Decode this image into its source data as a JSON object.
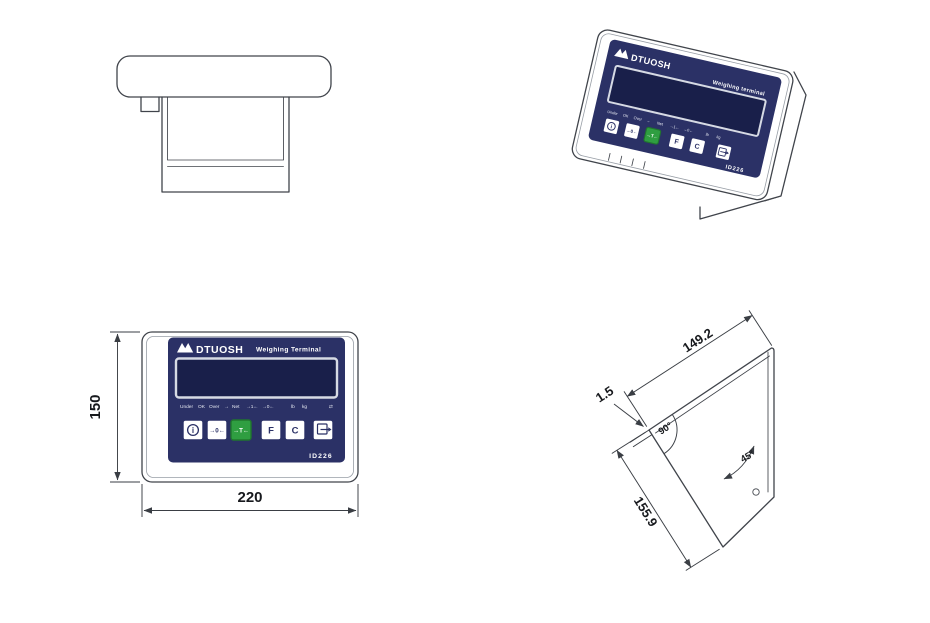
{
  "drawing": {
    "brand": "DTUOSH",
    "tagline_front": "Weighing Terminal",
    "tagline_perspective": "Weighing terminal",
    "model": "ID226"
  },
  "panel": {
    "indicators": [
      "Under",
      "OK",
      "Over",
      "→",
      "Net",
      "→1←",
      "→0←",
      "lb",
      "kg",
      "⇄"
    ],
    "buttons": [
      {
        "id": "info",
        "label": "i",
        "icon": "info-circle-icon"
      },
      {
        "id": "zero",
        "label": "→0←"
      },
      {
        "id": "tare",
        "label": "→T←"
      },
      {
        "id": "function",
        "label": "F"
      },
      {
        "id": "clear",
        "label": "C"
      },
      {
        "id": "print",
        "label": "",
        "icon": "printer-icon"
      }
    ],
    "colors": {
      "panel_navy": "#2b3166",
      "display_navy": "#191f4a",
      "display_frame": "#d6dae4",
      "tare_green": "#2f9e41"
    }
  },
  "dimensions": {
    "front_width": "220",
    "front_height": "150",
    "side_top_edge": "149.2",
    "side_panel_thickness": "1.5",
    "side_bottom_edge": "155.9",
    "side_angle_left": "90°",
    "side_angle_right": "45°"
  }
}
